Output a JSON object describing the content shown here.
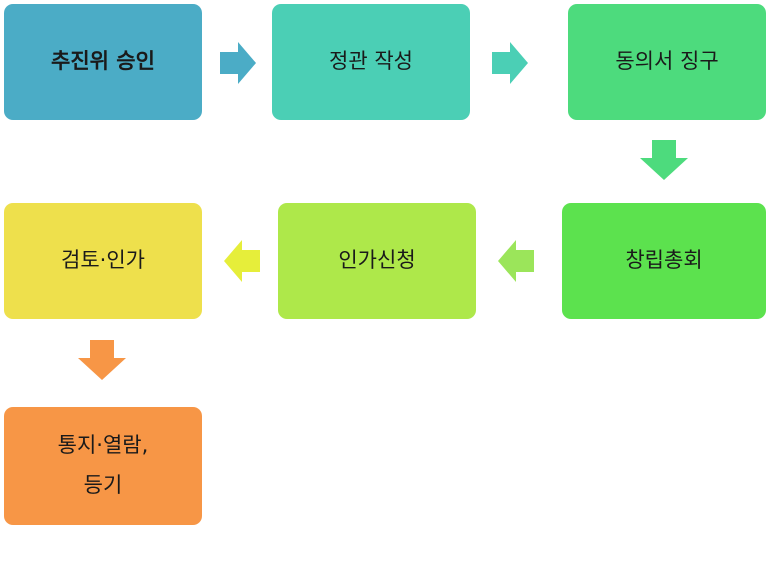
{
  "steps": [
    {
      "id": "s1",
      "label": "추진위 승인",
      "color": "#4BACC6",
      "bold": true
    },
    {
      "id": "s2",
      "label": "정관 작성",
      "color": "#4BCFB5",
      "bold": false
    },
    {
      "id": "s3",
      "label": "동의서 징구",
      "color": "#4DDB7D",
      "bold": false
    },
    {
      "id": "s4",
      "label": "창립총회",
      "color": "#5CE24E",
      "bold": false
    },
    {
      "id": "s5",
      "label": "인가신청",
      "color": "#AEE84A",
      "bold": false
    },
    {
      "id": "s6",
      "label": "검토·인가",
      "color": "#EEE04C",
      "bold": false
    },
    {
      "id": "s7",
      "label": "통지·열람,\n등기",
      "color": "#F79646",
      "bold": false
    }
  ],
  "arrows": [
    {
      "id": "a1",
      "direction": "right",
      "color": "#4BACC6"
    },
    {
      "id": "a2",
      "direction": "right",
      "color": "#4BCFB5"
    },
    {
      "id": "a3",
      "direction": "down",
      "color": "#4DDB7D"
    },
    {
      "id": "a4",
      "direction": "left",
      "color": "#9BE55A"
    },
    {
      "id": "a5",
      "direction": "left",
      "color": "#E6EE3A"
    },
    {
      "id": "a6",
      "direction": "down",
      "color": "#F79646"
    }
  ]
}
